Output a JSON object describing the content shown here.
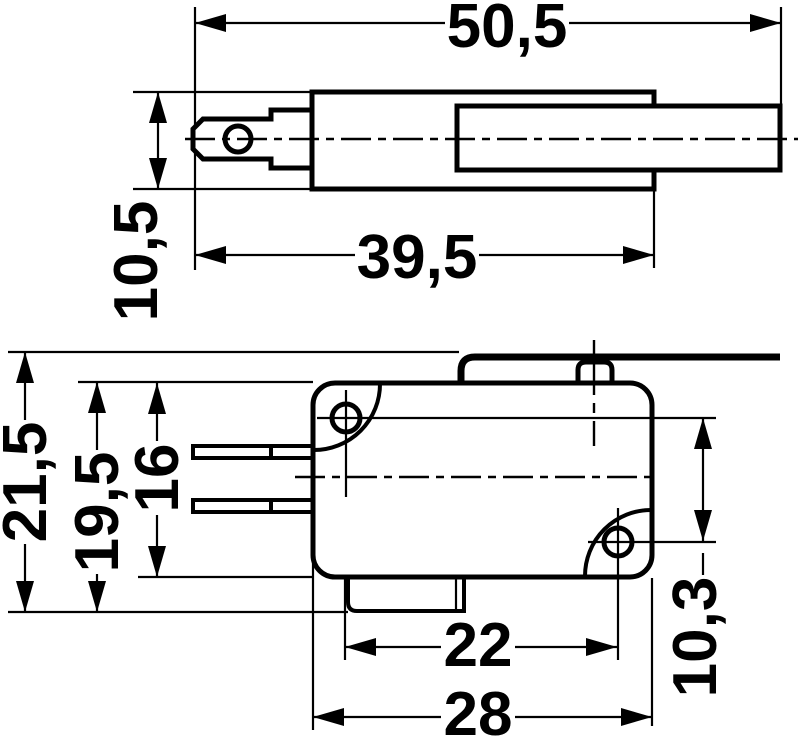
{
  "colors": {
    "ink": "#000000",
    "paper": "#ffffff"
  },
  "side_view": {
    "overall_length": "50,5",
    "body_with_plunger_length": "39,5",
    "body_height": "10,5"
  },
  "bottom_view": {
    "total_height_with_lever": "21,5",
    "height_with_terminal": "19,5",
    "body_height": "16",
    "terminal_to_hole": "22",
    "body_width": "28",
    "hole_spacing": "10,3"
  }
}
